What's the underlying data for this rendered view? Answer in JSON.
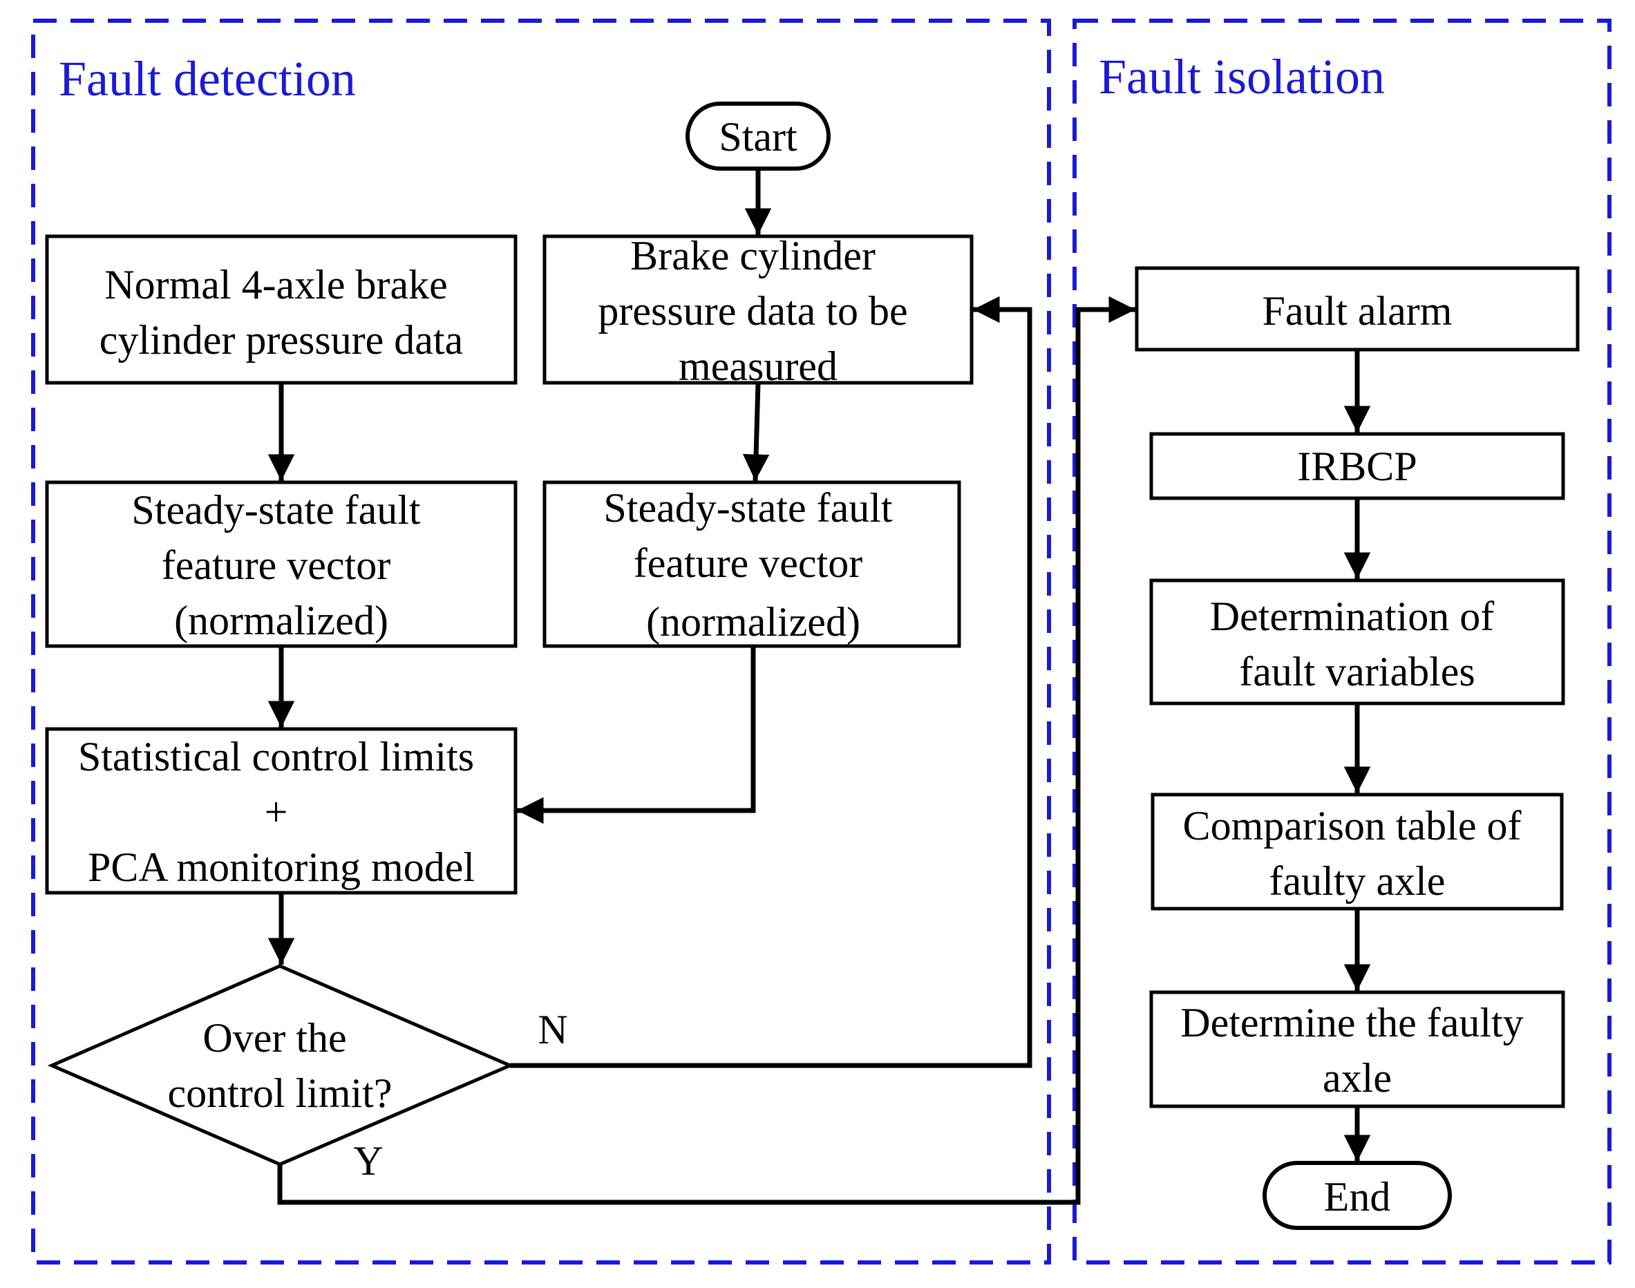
{
  "colors": {
    "panel_border": "#1a1ad6",
    "panel_title": "#1a1ad6",
    "line": "#000000",
    "background": "#ffffff"
  },
  "panels": {
    "detection_title": "Fault detection",
    "isolation_title": "Fault isolation"
  },
  "nodes": {
    "start": "Start",
    "normal_data": [
      "Normal 4-axle brake",
      "cylinder pressure data"
    ],
    "measured_data": [
      "Brake cylinder",
      "pressure data to be",
      "measured"
    ],
    "feature_left": [
      "Steady-state fault",
      "feature vector",
      "(normalized)"
    ],
    "feature_right": [
      "Steady-state fault",
      "feature vector",
      "(normalized)"
    ],
    "pca_model": [
      "Statistical control limits",
      "+",
      "PCA monitoring model"
    ],
    "decision": [
      "Over the",
      "control limit?"
    ],
    "fault_alarm": "Fault alarm",
    "irbcp": "IRBCP",
    "fault_variables": [
      "Determination of",
      "fault variables"
    ],
    "comparison_table": [
      "Comparison table of",
      "faulty axle"
    ],
    "determine_axle": [
      "Determine the faulty",
      "axle"
    ],
    "end": "End"
  },
  "edge_labels": {
    "no": "N",
    "yes": "Y"
  }
}
